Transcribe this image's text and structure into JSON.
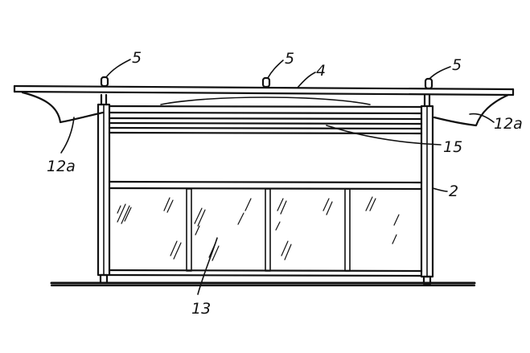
{
  "labels": {
    "post_left_top": "5",
    "post_center_top": "5",
    "post_right_top": "5",
    "roof": "4",
    "canopy_left": "12a",
    "canopy_right": "12a",
    "louvers": "15",
    "column": "2",
    "glass_panel": "13"
  },
  "colors": {
    "ink": "#111111",
    "paper": "#ffffff"
  }
}
